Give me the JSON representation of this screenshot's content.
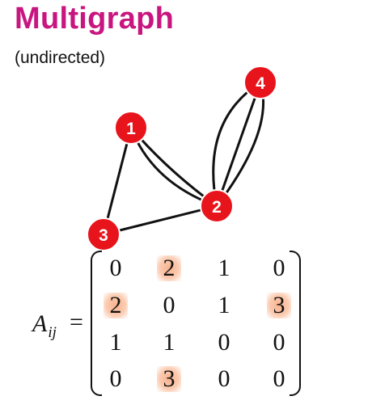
{
  "title": "Multigraph",
  "subtitle": "(undirected)",
  "colors": {
    "title": "#c8157f",
    "node_fill": "#e8141c",
    "node_stroke": "#ffffff",
    "edge": "#111111",
    "highlight": "#f9bd9c"
  },
  "graph": {
    "nodes": [
      {
        "id": "1",
        "label": "1"
      },
      {
        "id": "2",
        "label": "2"
      },
      {
        "id": "3",
        "label": "3"
      },
      {
        "id": "4",
        "label": "4"
      }
    ],
    "edges": [
      {
        "from": "1",
        "to": "2",
        "count": 2
      },
      {
        "from": "1",
        "to": "3",
        "count": 1
      },
      {
        "from": "2",
        "to": "3",
        "count": 1
      },
      {
        "from": "2",
        "to": "4",
        "count": 3
      }
    ]
  },
  "matrix": {
    "label_main": "A",
    "label_sub": "ij",
    "equals": "=",
    "rows": [
      [
        "0",
        "2",
        "1",
        "0"
      ],
      [
        "2",
        "0",
        "1",
        "3"
      ],
      [
        "1",
        "1",
        "0",
        "0"
      ],
      [
        "0",
        "3",
        "0",
        "0"
      ]
    ],
    "highlighted_values": [
      "2",
      "3"
    ]
  }
}
